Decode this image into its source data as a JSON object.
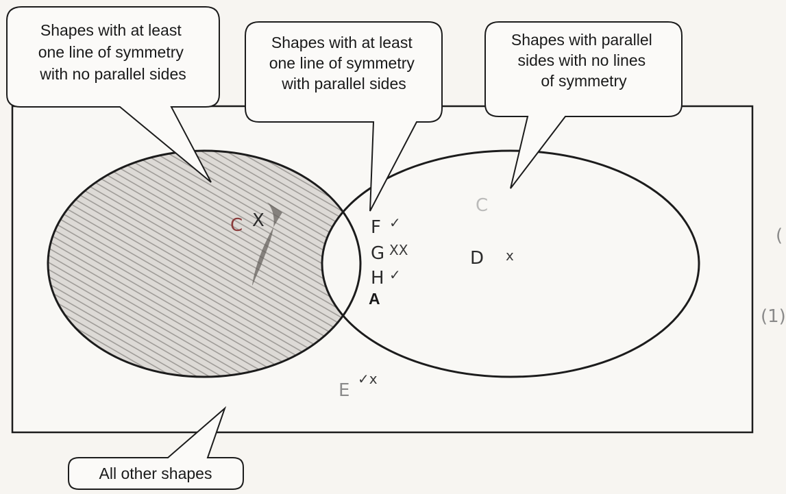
{
  "callouts": {
    "left": [
      "Shapes with at least",
      "one line of symmetry",
      "with no parallel sides"
    ],
    "middle": [
      "Shapes with at least",
      "one line of symmetry",
      "with parallel sides"
    ],
    "right": [
      "Shapes with parallel",
      "sides with no lines",
      "of symmetry"
    ],
    "bottom": "All other shapes"
  },
  "answers": {
    "left_region": {
      "letter": "C",
      "marks": "X"
    },
    "intersection": [
      {
        "letter": "F",
        "marks": "✓"
      },
      {
        "letter": "G",
        "marks": "XX"
      },
      {
        "letter": "H",
        "marks": "✓"
      },
      {
        "letter": "A",
        "marks": ""
      }
    ],
    "right_region": [
      {
        "letter": "C",
        "marks": ""
      },
      {
        "letter": "D",
        "marks": "x"
      }
    ],
    "outside": {
      "letter": "E",
      "marks": "✓x"
    }
  },
  "margin_marks": [
    "(",
    "(1)"
  ],
  "colors": {
    "ink": "#1a1a1a",
    "pencil": "#7d7a77",
    "paper": "#f7f5f1"
  }
}
